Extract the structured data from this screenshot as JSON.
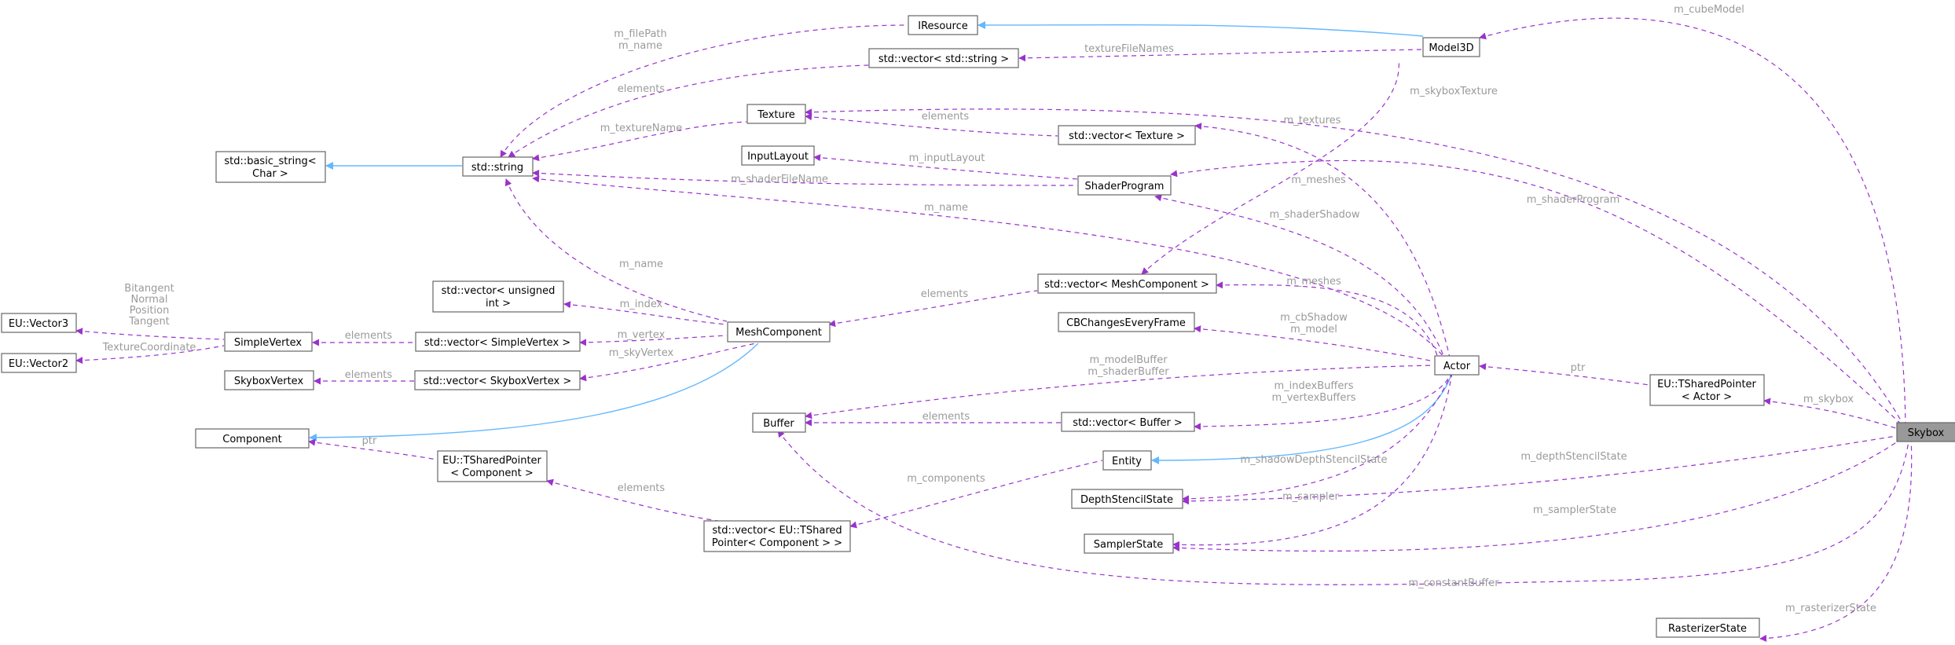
{
  "nodes": {
    "skybox": [
      "Skybox"
    ],
    "model3d": [
      "Model3D"
    ],
    "iresource": [
      "IResource"
    ],
    "vec_string": [
      "std::vector< std::string >"
    ],
    "texture": [
      "Texture"
    ],
    "vec_texture": [
      "std::vector< Texture >"
    ],
    "std_string": [
      "std::string"
    ],
    "basic_string": [
      "std::basic_string<",
      "Char >"
    ],
    "input_layout": [
      "InputLayout"
    ],
    "shader_program": [
      "ShaderProgram"
    ],
    "vec_meshcomponent": [
      "std::vector< MeshComponent >"
    ],
    "vec_unsigned": [
      "std::vector< unsigned",
      "int >"
    ],
    "mesh_component": [
      "MeshComponent"
    ],
    "cb_changes": [
      "CBChangesEveryFrame"
    ],
    "actor": [
      "Actor"
    ],
    "tshared_actor": [
      "EU::TSharedPointer",
      "< Actor >"
    ],
    "vector3": [
      "EU::Vector3"
    ],
    "vector2": [
      "EU::Vector2"
    ],
    "simple_vertex": [
      "SimpleVertex"
    ],
    "vec_simplevertex": [
      "std::vector< SimpleVertex >"
    ],
    "skybox_vertex": [
      "SkyboxVertex"
    ],
    "vec_skyboxvertex": [
      "std::vector< SkyboxVertex >"
    ],
    "buffer": [
      "Buffer"
    ],
    "vec_buffer": [
      "std::vector< Buffer >"
    ],
    "component": [
      "Component"
    ],
    "tshared_component": [
      "EU::TSharedPointer",
      "< Component >"
    ],
    "entity": [
      "Entity"
    ],
    "depth_stencil": [
      "DepthStencilState"
    ],
    "sampler_state": [
      "SamplerState"
    ],
    "vec_tshared": [
      "std::vector< EU::TShared",
      "Pointer< Component > >"
    ],
    "rasterizer_state": [
      "RasterizerState"
    ]
  },
  "edge_labels": {
    "m_cubeModel": [
      "m_cubeModel"
    ],
    "m_filePath_name": [
      "m_filePath",
      "m_name"
    ],
    "textureFileNames": [
      "textureFileNames"
    ],
    "elements_vecstring": [
      "elements"
    ],
    "m_skyboxTexture": [
      "m_skyboxTexture"
    ],
    "m_textureName": [
      "m_textureName"
    ],
    "elements_vectexture": [
      "elements"
    ],
    "m_textures": [
      "m_textures"
    ],
    "m_inputLayout": [
      "m_inputLayout"
    ],
    "m_shaderFileName": [
      "m_shaderFileName"
    ],
    "m_meshes_model": [
      "m_meshes"
    ],
    "m_name_actor": [
      "m_name"
    ],
    "m_shaderShadow": [
      "m_shaderShadow"
    ],
    "m_shaderProgram": [
      "m_shaderProgram"
    ],
    "m_name_mesh": [
      "m_name"
    ],
    "elements_vecmesh": [
      "elements"
    ],
    "m_meshes_actor": [
      "m_meshes"
    ],
    "vertex_fields": [
      "Bitangent",
      "Normal",
      "Position",
      "Tangent"
    ],
    "m_index": [
      "m_index"
    ],
    "texture_coordinate": [
      "TextureCoordinate"
    ],
    "elements_simplevertex": [
      "elements"
    ],
    "m_vertex": [
      "m_vertex"
    ],
    "m_skyVertex": [
      "m_skyVertex"
    ],
    "elements_skyboxvertex": [
      "elements"
    ],
    "m_cbShadow_model": [
      "m_cbShadow",
      "m_model"
    ],
    "m_modelBuffer_shaderBuffer": [
      "m_modelBuffer",
      "m_shaderBuffer"
    ],
    "ptr_actor": [
      "ptr"
    ],
    "m_skybox": [
      "m_skybox"
    ],
    "m_indexBuffers_vertexBuffers": [
      "m_indexBuffers",
      "m_vertexBuffers"
    ],
    "elements_vecbuffer": [
      "elements"
    ],
    "ptr_component": [
      "ptr"
    ],
    "m_components": [
      "m_components"
    ],
    "m_shadowDepthStencilState": [
      "m_shadowDepthStencilState"
    ],
    "m_depthStencilState": [
      "m_depthStencilState"
    ],
    "m_sampler": [
      "m_sampler"
    ],
    "elements_vectshared": [
      "elements"
    ],
    "m_samplerState": [
      "m_samplerState"
    ],
    "m_constantBuffer": [
      "m_constantBuffer"
    ],
    "m_rasterizerState": [
      "m_rasterizerState"
    ]
  },
  "colors": {
    "usage_edge": "#9a32cd",
    "inheritance_edge": "#63b8ff",
    "highlight_node": "#999999",
    "node_border": "#666666",
    "label_text": "#9a9a9a"
  }
}
